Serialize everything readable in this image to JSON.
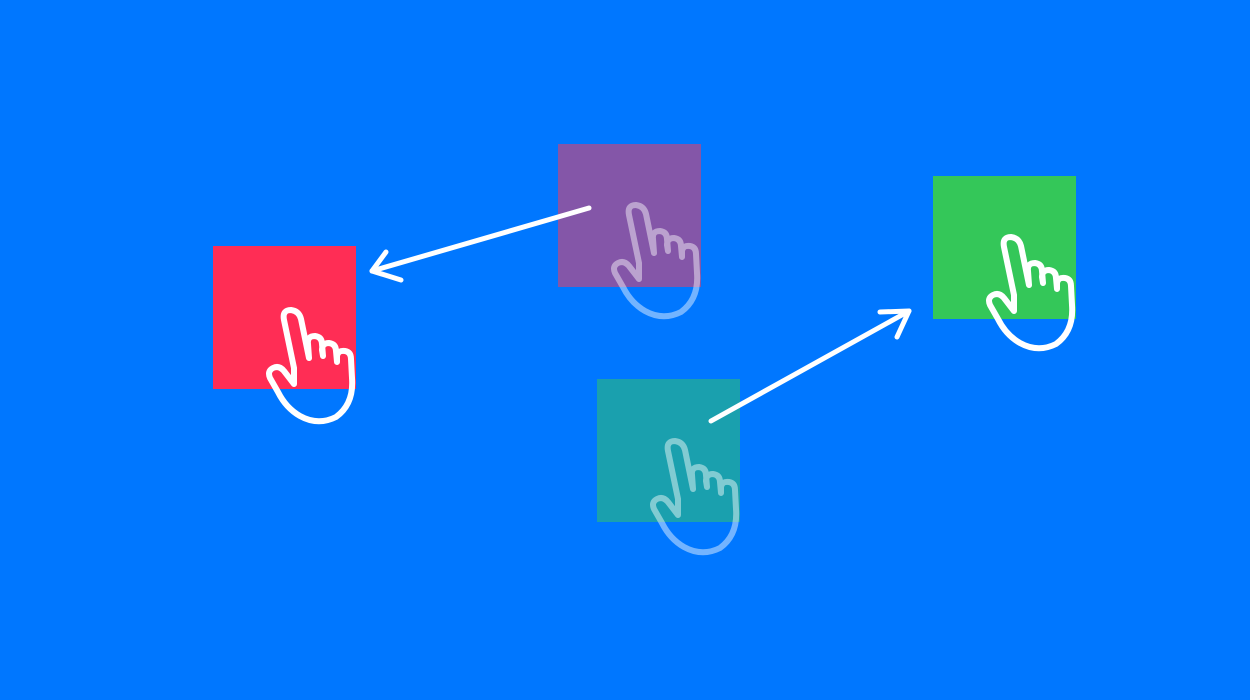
{
  "canvas": {
    "background": "#0077FF"
  },
  "tiles": [
    {
      "id": "red",
      "color": "#FF2D55",
      "role": "drop-target"
    },
    {
      "id": "purple",
      "color": "#8456A8",
      "role": "drag-source"
    },
    {
      "id": "green",
      "color": "#34C759",
      "role": "drop-target"
    },
    {
      "id": "teal",
      "color": "#1AA0AE",
      "role": "drag-source"
    }
  ],
  "cursors": [
    {
      "tile": "red",
      "icon": "hand-pointer-icon",
      "state": "solid"
    },
    {
      "tile": "purple",
      "icon": "hand-pointer-icon",
      "state": "ghost"
    },
    {
      "tile": "green",
      "icon": "hand-pointer-icon",
      "state": "solid"
    },
    {
      "tile": "teal",
      "icon": "hand-pointer-icon",
      "state": "ghost"
    }
  ],
  "arrows": [
    {
      "from": "purple",
      "to": "red",
      "color": "#FFFFFF"
    },
    {
      "from": "teal",
      "to": "green",
      "color": "#FFFFFF"
    }
  ]
}
